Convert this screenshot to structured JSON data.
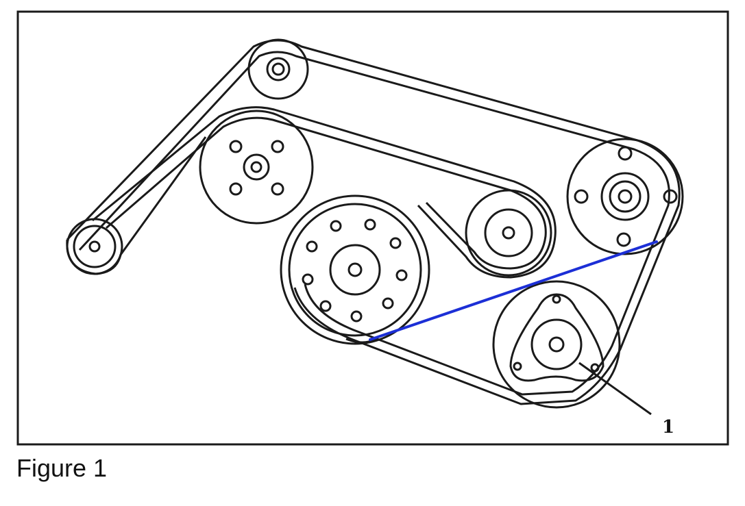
{
  "figure": {
    "caption": "Figure 1",
    "callout_label": "1"
  },
  "colors": {
    "line": "#1a1a1a",
    "highlight_belt": "#1c2fd6",
    "background": "#ffffff"
  },
  "components": [
    "frame",
    "top-idler-pulley",
    "left-tensioner-pulley",
    "upper-left-pulley",
    "crankshaft-pulley",
    "center-idler-pulley",
    "right-pulley",
    "bottom-right-pulley",
    "serpentine-belt",
    "highlighted-belt-run",
    "callout-leader"
  ]
}
